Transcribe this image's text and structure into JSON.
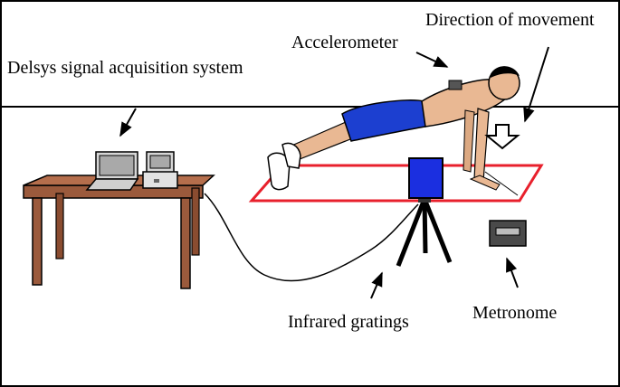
{
  "labels": {
    "delsys": "Delsys signal acquisition system",
    "accelerometer": "Accelerometer",
    "direction": "Direction of movement",
    "infrared": "Infrared gratings",
    "metronome": "Metronome"
  },
  "colors": {
    "table": "#9b5a3c",
    "mat": "#e8202c",
    "shorts": "#1c3fd0",
    "skin": "#e9b893",
    "grating": "#1b2fe0",
    "frame": "#000000"
  }
}
